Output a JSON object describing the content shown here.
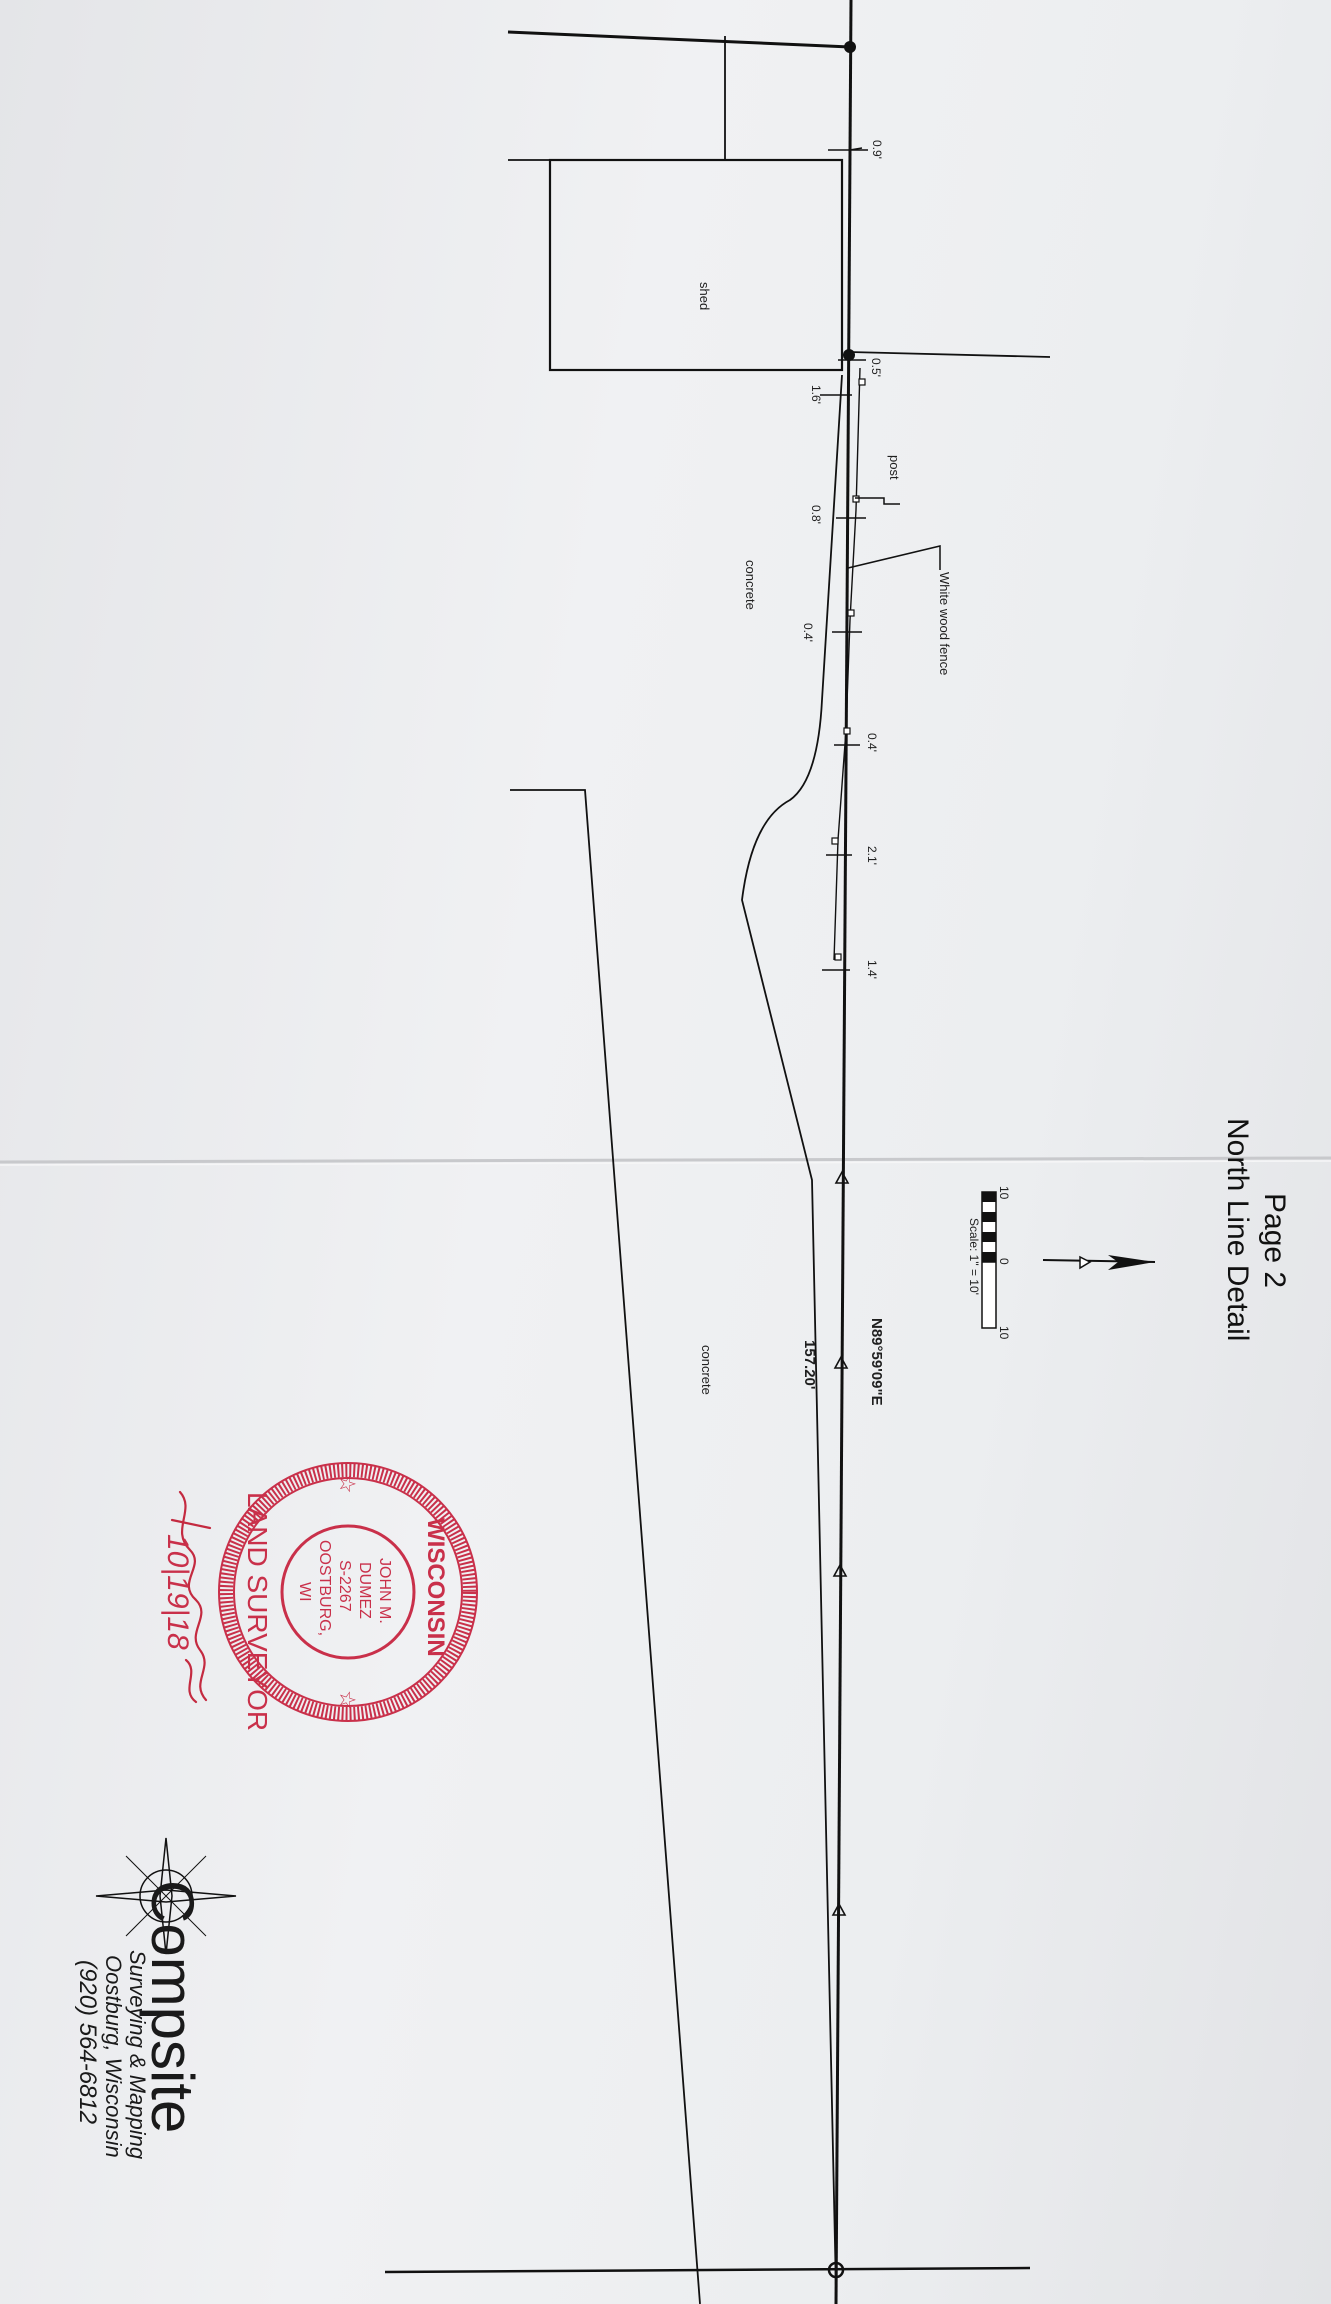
{
  "sheet": {
    "page_label": "Page 2",
    "title": "North Line Detail"
  },
  "scale_bar": {
    "left_value": "10",
    "mid_value": "0",
    "right_value": "10",
    "caption": "Scale: 1\" = 10'"
  },
  "labels": {
    "shed": "shed",
    "post": "post",
    "fence": "White wood fence",
    "concrete_upper": "concrete",
    "concrete_lower": "concrete"
  },
  "offsets": [
    "0.9'",
    "0.5'",
    "1.6'",
    "0.8'",
    "0.4'",
    "0.4'",
    "2.1'",
    "1.4'"
  ],
  "north_line": {
    "bearing": "N89°59'09\"E",
    "distance": "157.20'"
  },
  "seal": {
    "state": "WISCONSIN",
    "profession": "LAND SURVEYOR",
    "name_line1": "JOHN M.",
    "name_line2": "DUMEZ",
    "license": "S-2267",
    "city": "OOSTBURG,",
    "state_abbr": "WI",
    "date_handwritten": "10|19|18",
    "seal_color": "#c9304a"
  },
  "company": {
    "name": "Compsite",
    "line1": "Surveying & Mapping",
    "line2": "Oostburg, Wisconsin",
    "phone": "(920) 564-6812"
  },
  "icons": {
    "north_arrow": "north-arrow-icon",
    "logo_mark": "compass-star-icon"
  }
}
